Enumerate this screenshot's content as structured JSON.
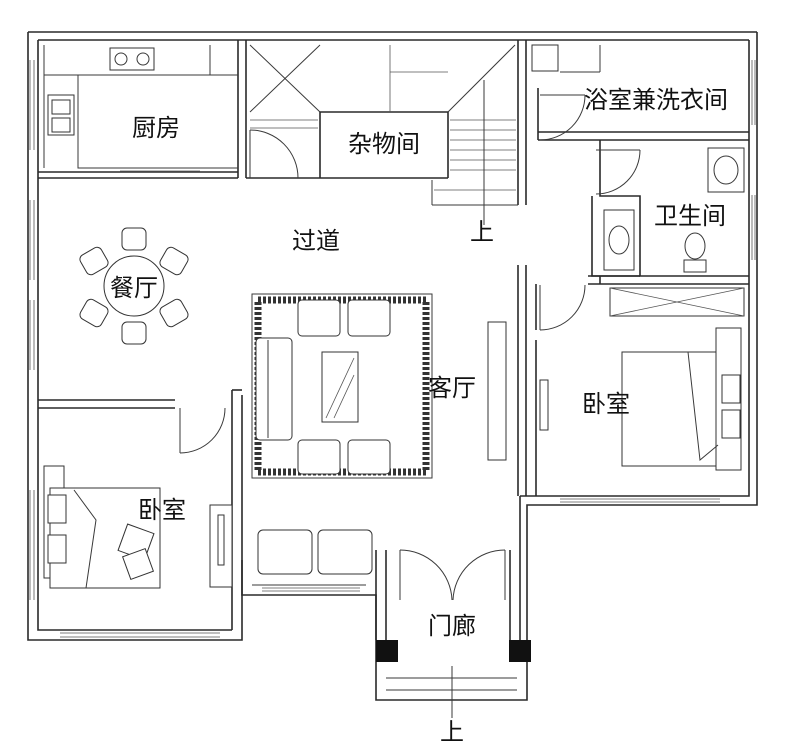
{
  "rooms": {
    "kitchen": "厨房",
    "storage": "杂物间",
    "bath_laundry": "浴室兼洗衣间",
    "hallway": "过道",
    "wc": "卫生间",
    "dining": "餐厅",
    "living": "客厅",
    "bedroom_right": "卧室",
    "bedroom_left": "卧室",
    "porch": "门廊"
  },
  "stair_marks": {
    "stair_up": "上",
    "entry_up": "上"
  }
}
